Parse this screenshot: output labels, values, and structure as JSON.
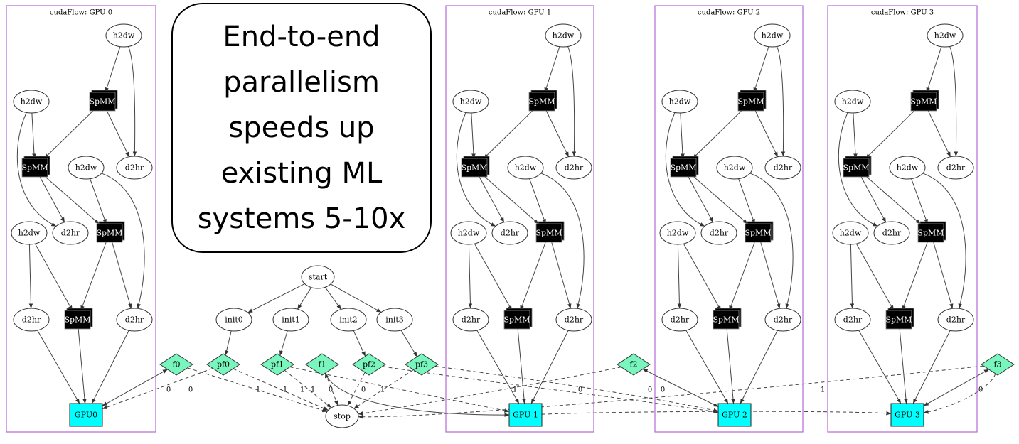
{
  "headline": "End-to-end\nparallelism\nspeeds up\nexisting ML\nsystems 5-10x",
  "colors": {
    "cluster_border": "#b36ad6",
    "spmm_fill": "#000000",
    "gpu_fill": "#00ffff",
    "task_fill": "#79f5be",
    "edge": "#444444"
  },
  "clusters": [
    {
      "title": "cudaFlow: GPU 0",
      "gpu_label": "GPU0",
      "nodes": {
        "h2dw_a": "h2dw",
        "spmm_a": "SpMM",
        "h2dw_b": "h2dw",
        "d2hr_a": "d2hr",
        "spmm_b": "SpMM",
        "h2dw_c": "h2dw",
        "h2dw_d": "h2dw",
        "d2hr_b": "d2hr",
        "spmm_c": "SpMM",
        "d2hr_c": "d2hr",
        "spmm_d": "SpMM",
        "d2hr_d": "d2hr"
      }
    },
    {
      "title": "cudaFlow: GPU 1",
      "gpu_label": "GPU 1",
      "nodes": {
        "h2dw_a": "h2dw",
        "spmm_a": "SpMM",
        "h2dw_b": "h2dw",
        "d2hr_a": "d2hr",
        "spmm_b": "SpMM",
        "h2dw_c": "h2dw",
        "h2dw_d": "h2dw",
        "d2hr_b": "d2hr",
        "spmm_c": "SpMM",
        "d2hr_c": "d2hr",
        "spmm_d": "SpMM",
        "d2hr_d": "d2hr"
      }
    },
    {
      "title": "cudaFlow: GPU 2",
      "gpu_label": "GPU 2",
      "nodes": {
        "h2dw_a": "h2dw",
        "spmm_a": "SpMM",
        "h2dw_b": "h2dw",
        "d2hr_a": "d2hr",
        "spmm_b": "SpMM",
        "h2dw_c": "h2dw",
        "h2dw_d": "h2dw",
        "d2hr_b": "d2hr",
        "spmm_c": "SpMM",
        "d2hr_c": "d2hr",
        "spmm_d": "SpMM",
        "d2hr_d": "d2hr"
      }
    },
    {
      "title": "cudaFlow: GPU 3",
      "gpu_label": "GPU 3",
      "nodes": {
        "h2dw_a": "h2dw",
        "spmm_a": "SpMM",
        "h2dw_b": "h2dw",
        "d2hr_a": "d2hr",
        "spmm_b": "SpMM",
        "h2dw_c": "h2dw",
        "h2dw_d": "h2dw",
        "d2hr_b": "d2hr",
        "spmm_c": "SpMM",
        "d2hr_c": "d2hr",
        "spmm_d": "SpMM",
        "d2hr_d": "d2hr"
      }
    }
  ],
  "control": {
    "start": "start",
    "stop": "stop",
    "init0": "init0",
    "init1": "init1",
    "init2": "init2",
    "init3": "init3",
    "pf0": "pf0",
    "pf1": "pf1",
    "pf2": "pf2",
    "pf3": "pf3",
    "f0": "f0",
    "f1": "f1",
    "f2": "f2",
    "f3": "f3"
  },
  "edge_labels": {
    "f0_gpu0": "0",
    "pf0_gpu0": "0",
    "f0_stop": "1",
    "pf0_stop": "1",
    "pf1_stop": "1",
    "f1_stop": "1",
    "pf1_gpu1": "0",
    "f1_gpu1": "0",
    "pf2_stop": "1",
    "pf3_stop": "1",
    "pf3_gpu2": "0",
    "f2_gpu2": "0",
    "f2_stop": "0",
    "f3_stop": "1",
    "f3_gpu3": "0"
  }
}
